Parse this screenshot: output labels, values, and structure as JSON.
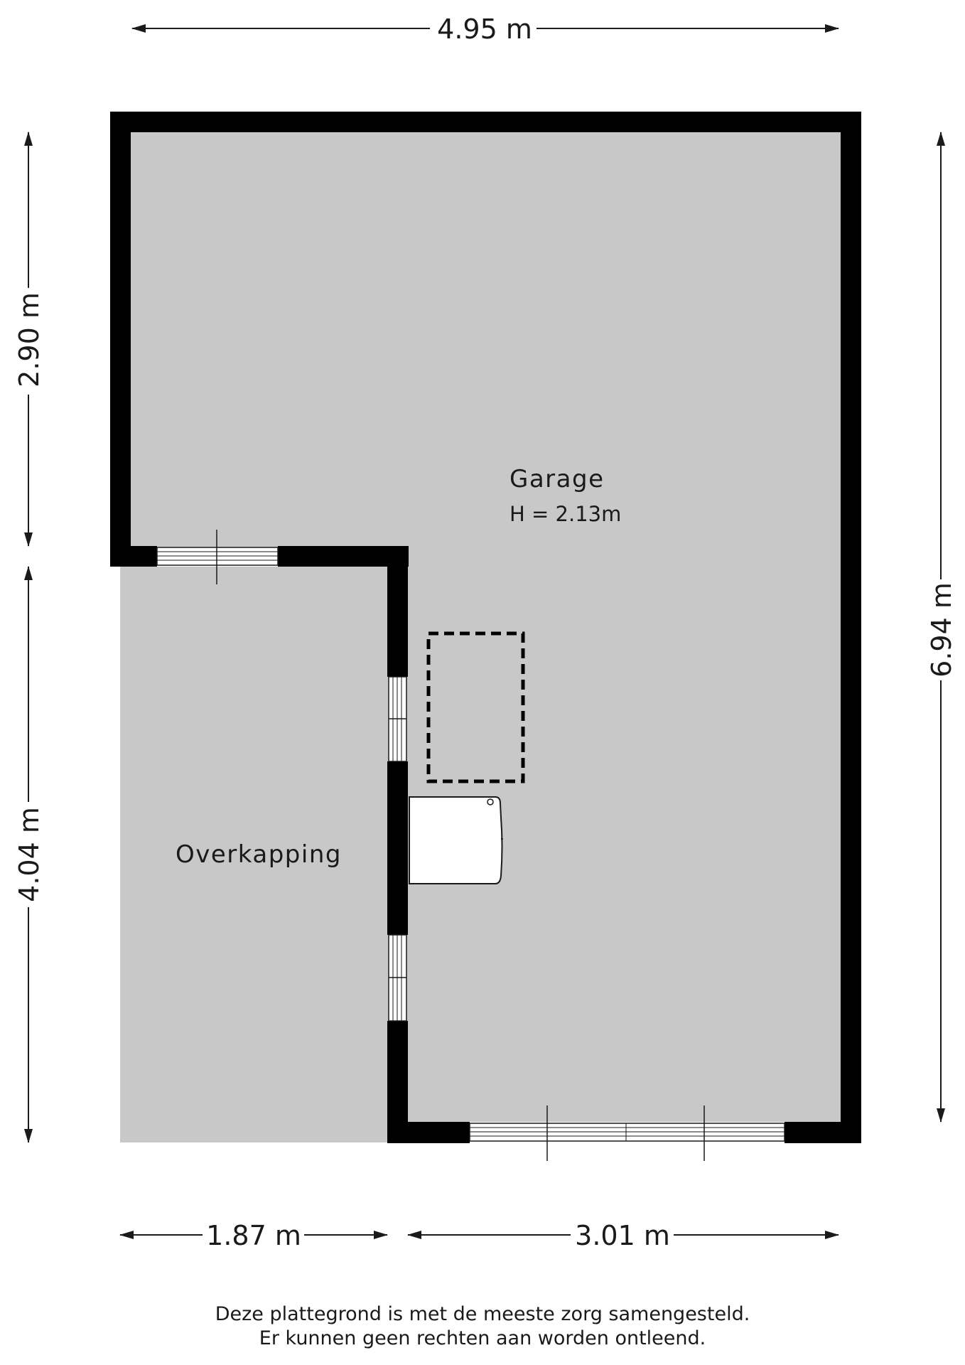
{
  "dimensions": {
    "top_width": "4.95 m",
    "left_upper": "2.90 m",
    "left_lower": "4.04 m",
    "right_total": "6.94 m",
    "bottom_left": "1.87 m",
    "bottom_right": "3.01 m"
  },
  "rooms": {
    "garage": {
      "name": "Garage",
      "height": "H = 2.13m"
    },
    "carport": {
      "name": "Overkapping"
    }
  },
  "disclaimer": {
    "line1": "Deze plattegrond is met de meeste zorg samengesteld.",
    "line2": "Er kunnen geen rechten aan worden ontleend."
  },
  "colors": {
    "floor": "#c8c8c8",
    "wall": "#000000",
    "line": "#1a1a1a"
  }
}
